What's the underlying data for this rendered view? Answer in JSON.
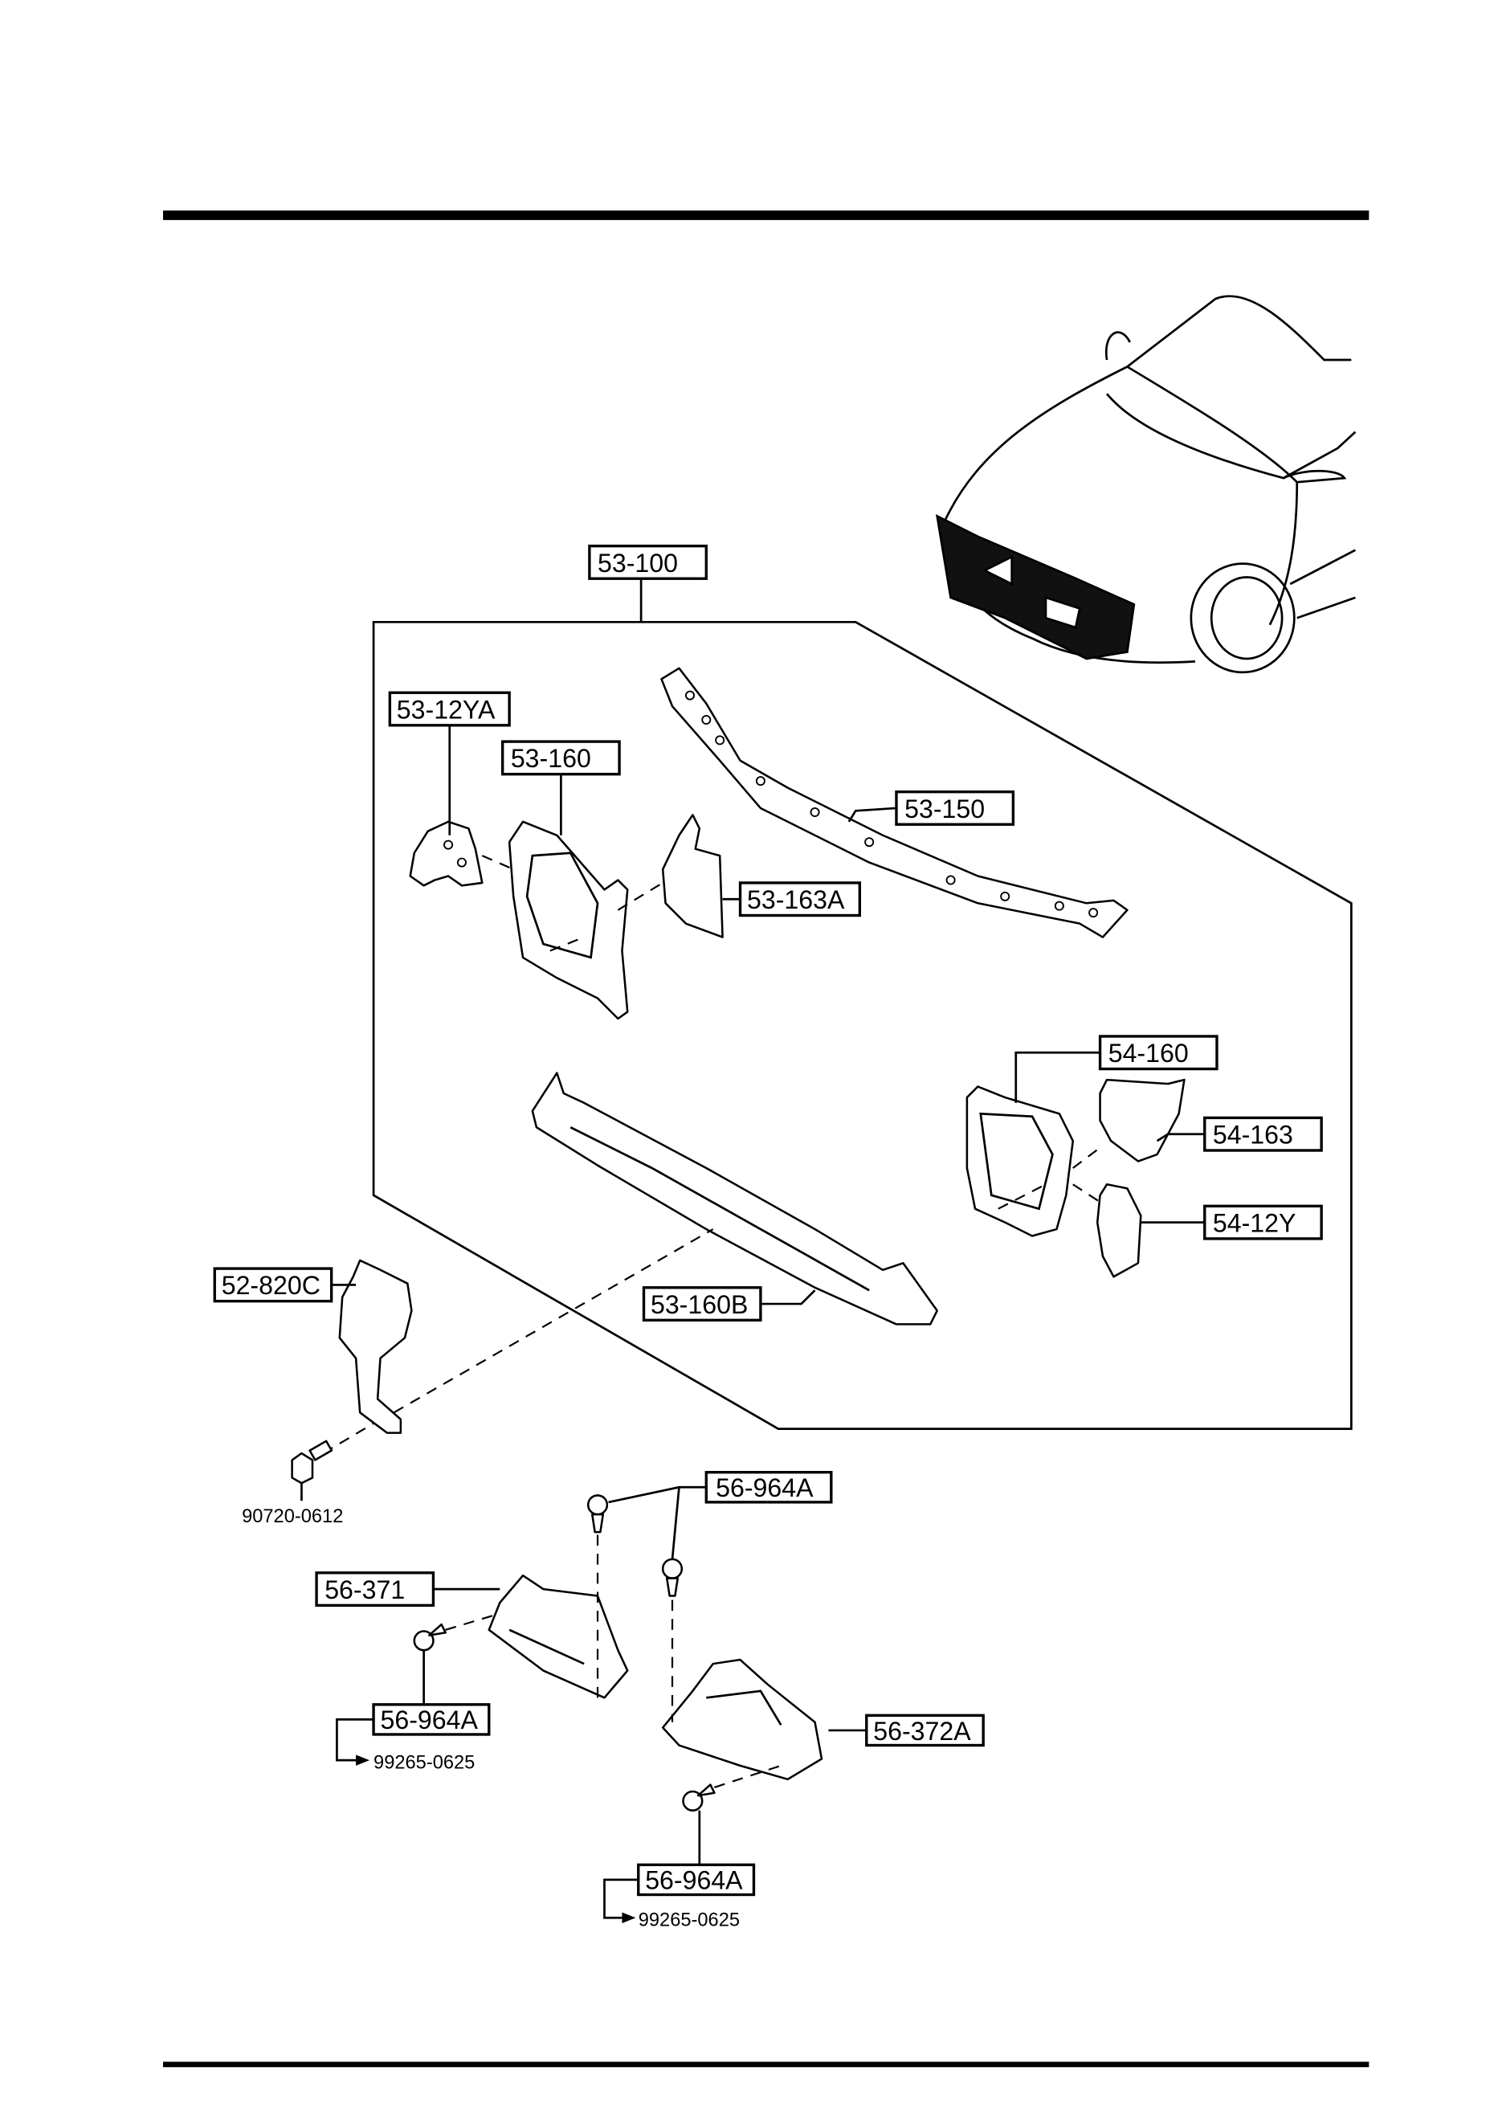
{
  "diagram": {
    "callouts": {
      "assembly": "53-100",
      "left_bracket": "53-12YA",
      "left_headlamp_support": "53-160",
      "upper_member": "53-150",
      "left_sub_bracket": "53-163A",
      "right_headlamp_support": "54-160",
      "right_sub_bracket": "54-163",
      "right_bracket": "54-12Y",
      "lower_bracket": "52-820C",
      "lower_member": "53-160B",
      "clip_top": "56-964A",
      "left_splash_shield": "56-371",
      "clip_mid": "56-964A",
      "right_splash_shield": "56-372A",
      "clip_bottom": "56-964A"
    },
    "part_numbers": {
      "bolt": "90720-0612",
      "clip_mid_ref": "99265-0625",
      "clip_bottom_ref": "99265-0625"
    }
  }
}
